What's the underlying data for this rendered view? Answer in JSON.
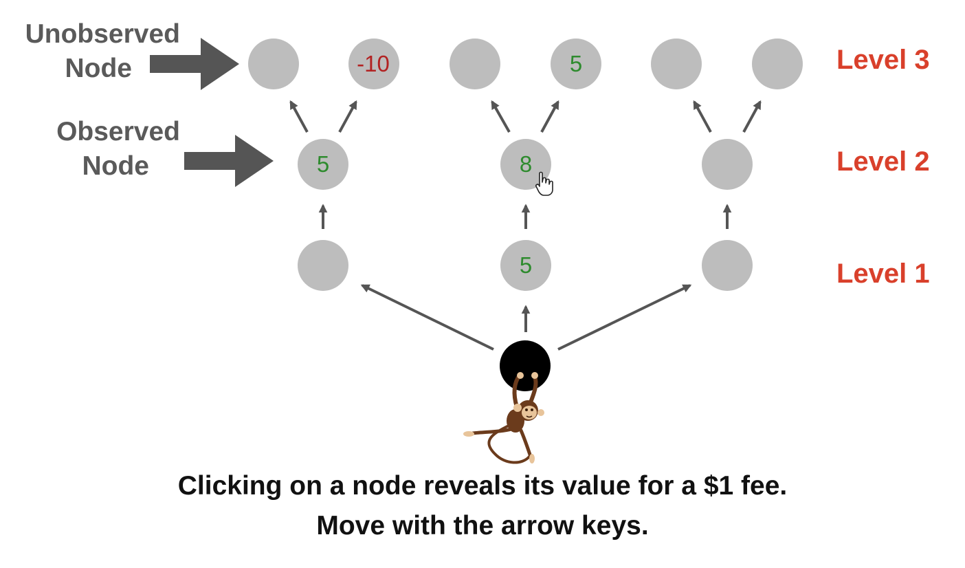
{
  "colors": {
    "node_fill": "#bdbdbd",
    "positive_value": "#2e8b2e",
    "negative_value": "#b22222",
    "level_label": "#d9402b",
    "side_label": "#5a5a5a",
    "arrow": "#555555",
    "pointer_arrow": "#555555",
    "agent_ball": "#000000",
    "caption": "#111111"
  },
  "side_labels": {
    "unobserved": [
      "Unobserved",
      "Node"
    ],
    "observed": [
      "Observed",
      "Node"
    ]
  },
  "levels": [
    "Level 3",
    "Level 2",
    "Level 1"
  ],
  "nodes": {
    "level1": [
      {
        "id": "l1-a",
        "value": ""
      },
      {
        "id": "l1-b",
        "value": "5",
        "sign": "positive"
      },
      {
        "id": "l1-c",
        "value": ""
      }
    ],
    "level2": [
      {
        "id": "l2-a",
        "value": "5",
        "sign": "positive"
      },
      {
        "id": "l2-b",
        "value": "8",
        "sign": "positive"
      },
      {
        "id": "l2-c",
        "value": ""
      }
    ],
    "level3": [
      {
        "id": "l3-a",
        "value": ""
      },
      {
        "id": "l3-b",
        "value": "-10",
        "sign": "negative"
      },
      {
        "id": "l3-c",
        "value": ""
      },
      {
        "id": "l3-d",
        "value": "5",
        "sign": "positive"
      },
      {
        "id": "l3-e",
        "value": ""
      },
      {
        "id": "l3-f",
        "value": ""
      }
    ]
  },
  "agent": {
    "icon": "monkey-icon",
    "ball": "start-node"
  },
  "cursor": {
    "icon": "hand-pointer-icon"
  },
  "caption": {
    "line1": "Clicking on a node reveals its value for a $1 fee.",
    "line2": "Move with the arrow keys."
  }
}
